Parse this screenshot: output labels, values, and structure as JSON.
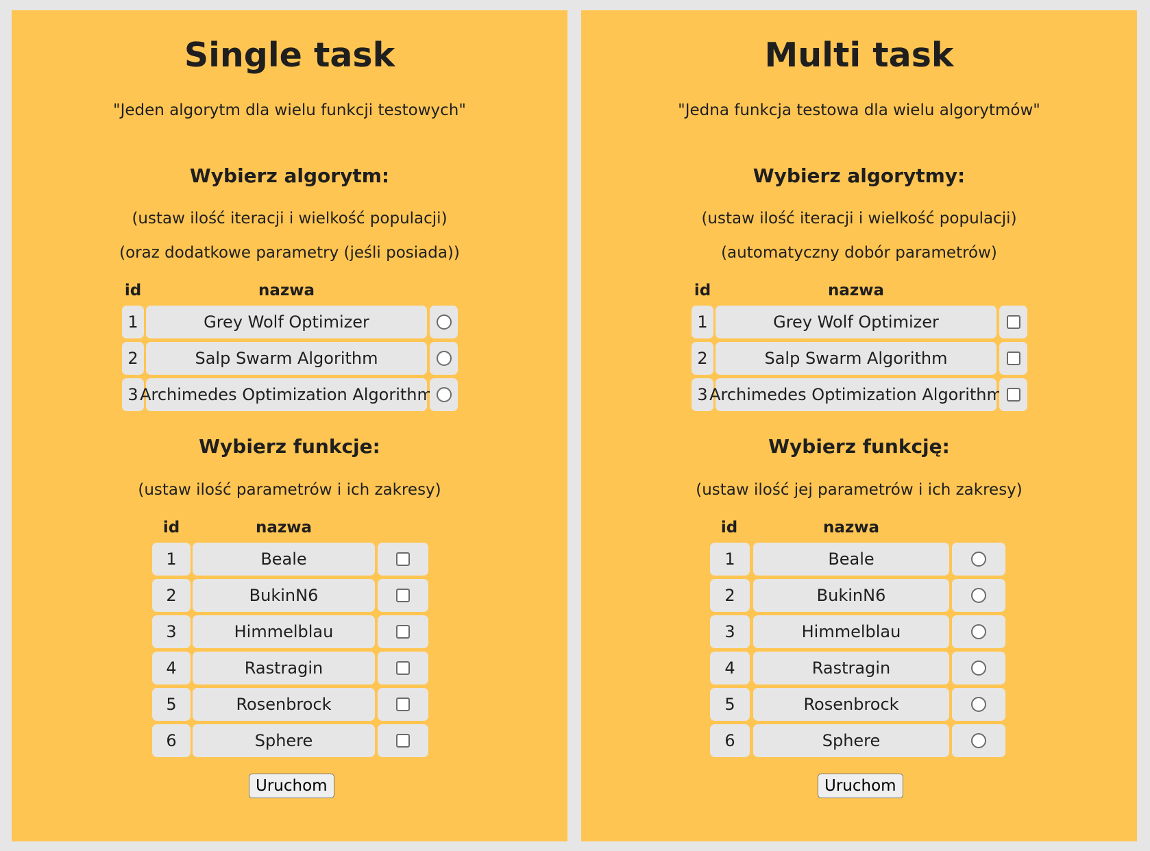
{
  "single": {
    "title": "Single task",
    "quote": "\"Jeden algorytm dla wielu funkcji testowych\"",
    "alg_heading": "Wybierz algorytm:",
    "alg_note1": "(ustaw ilość iteracji i wielkość populacji)",
    "alg_note2": "(oraz dodatkowe parametry (jeśli posiada))",
    "col_id": "id",
    "col_name": "nazwa",
    "alg_selector": "radio",
    "algorithms": [
      {
        "id": "1",
        "name": "Grey Wolf Optimizer"
      },
      {
        "id": "2",
        "name": "Salp Swarm Algorithm"
      },
      {
        "id": "3",
        "name": "Archimedes Optimization Algorithm"
      }
    ],
    "fn_heading": "Wybierz funkcje:",
    "fn_note": "(ustaw ilość parametrów i ich zakresy)",
    "fn_selector": "checkbox",
    "functions": [
      {
        "id": "1",
        "name": "Beale"
      },
      {
        "id": "2",
        "name": "BukinN6"
      },
      {
        "id": "3",
        "name": "Himmelblau"
      },
      {
        "id": "4",
        "name": "Rastragin"
      },
      {
        "id": "5",
        "name": "Rosenbrock"
      },
      {
        "id": "6",
        "name": "Sphere"
      }
    ],
    "run_label": "Uruchom"
  },
  "multi": {
    "title": "Multi task",
    "quote": "\"Jedna funkcja testowa dla wielu algorytmów\"",
    "alg_heading": "Wybierz algorytmy:",
    "alg_note1": "(ustaw ilość iteracji i wielkość populacji)",
    "alg_note2": "(automatyczny dobór parametrów)",
    "col_id": "id",
    "col_name": "nazwa",
    "alg_selector": "checkbox",
    "algorithms": [
      {
        "id": "1",
        "name": "Grey Wolf Optimizer"
      },
      {
        "id": "2",
        "name": "Salp Swarm Algorithm"
      },
      {
        "id": "3",
        "name": "Archimedes Optimization Algorithm"
      }
    ],
    "fn_heading": "Wybierz funkcję:",
    "fn_note": "(ustaw ilość jej parametrów i ich zakresy)",
    "fn_selector": "radio",
    "functions": [
      {
        "id": "1",
        "name": "Beale"
      },
      {
        "id": "2",
        "name": "BukinN6"
      },
      {
        "id": "3",
        "name": "Himmelblau"
      },
      {
        "id": "4",
        "name": "Rastragin"
      },
      {
        "id": "5",
        "name": "Rosenbrock"
      },
      {
        "id": "6",
        "name": "Sphere"
      }
    ],
    "run_label": "Uruchom"
  }
}
